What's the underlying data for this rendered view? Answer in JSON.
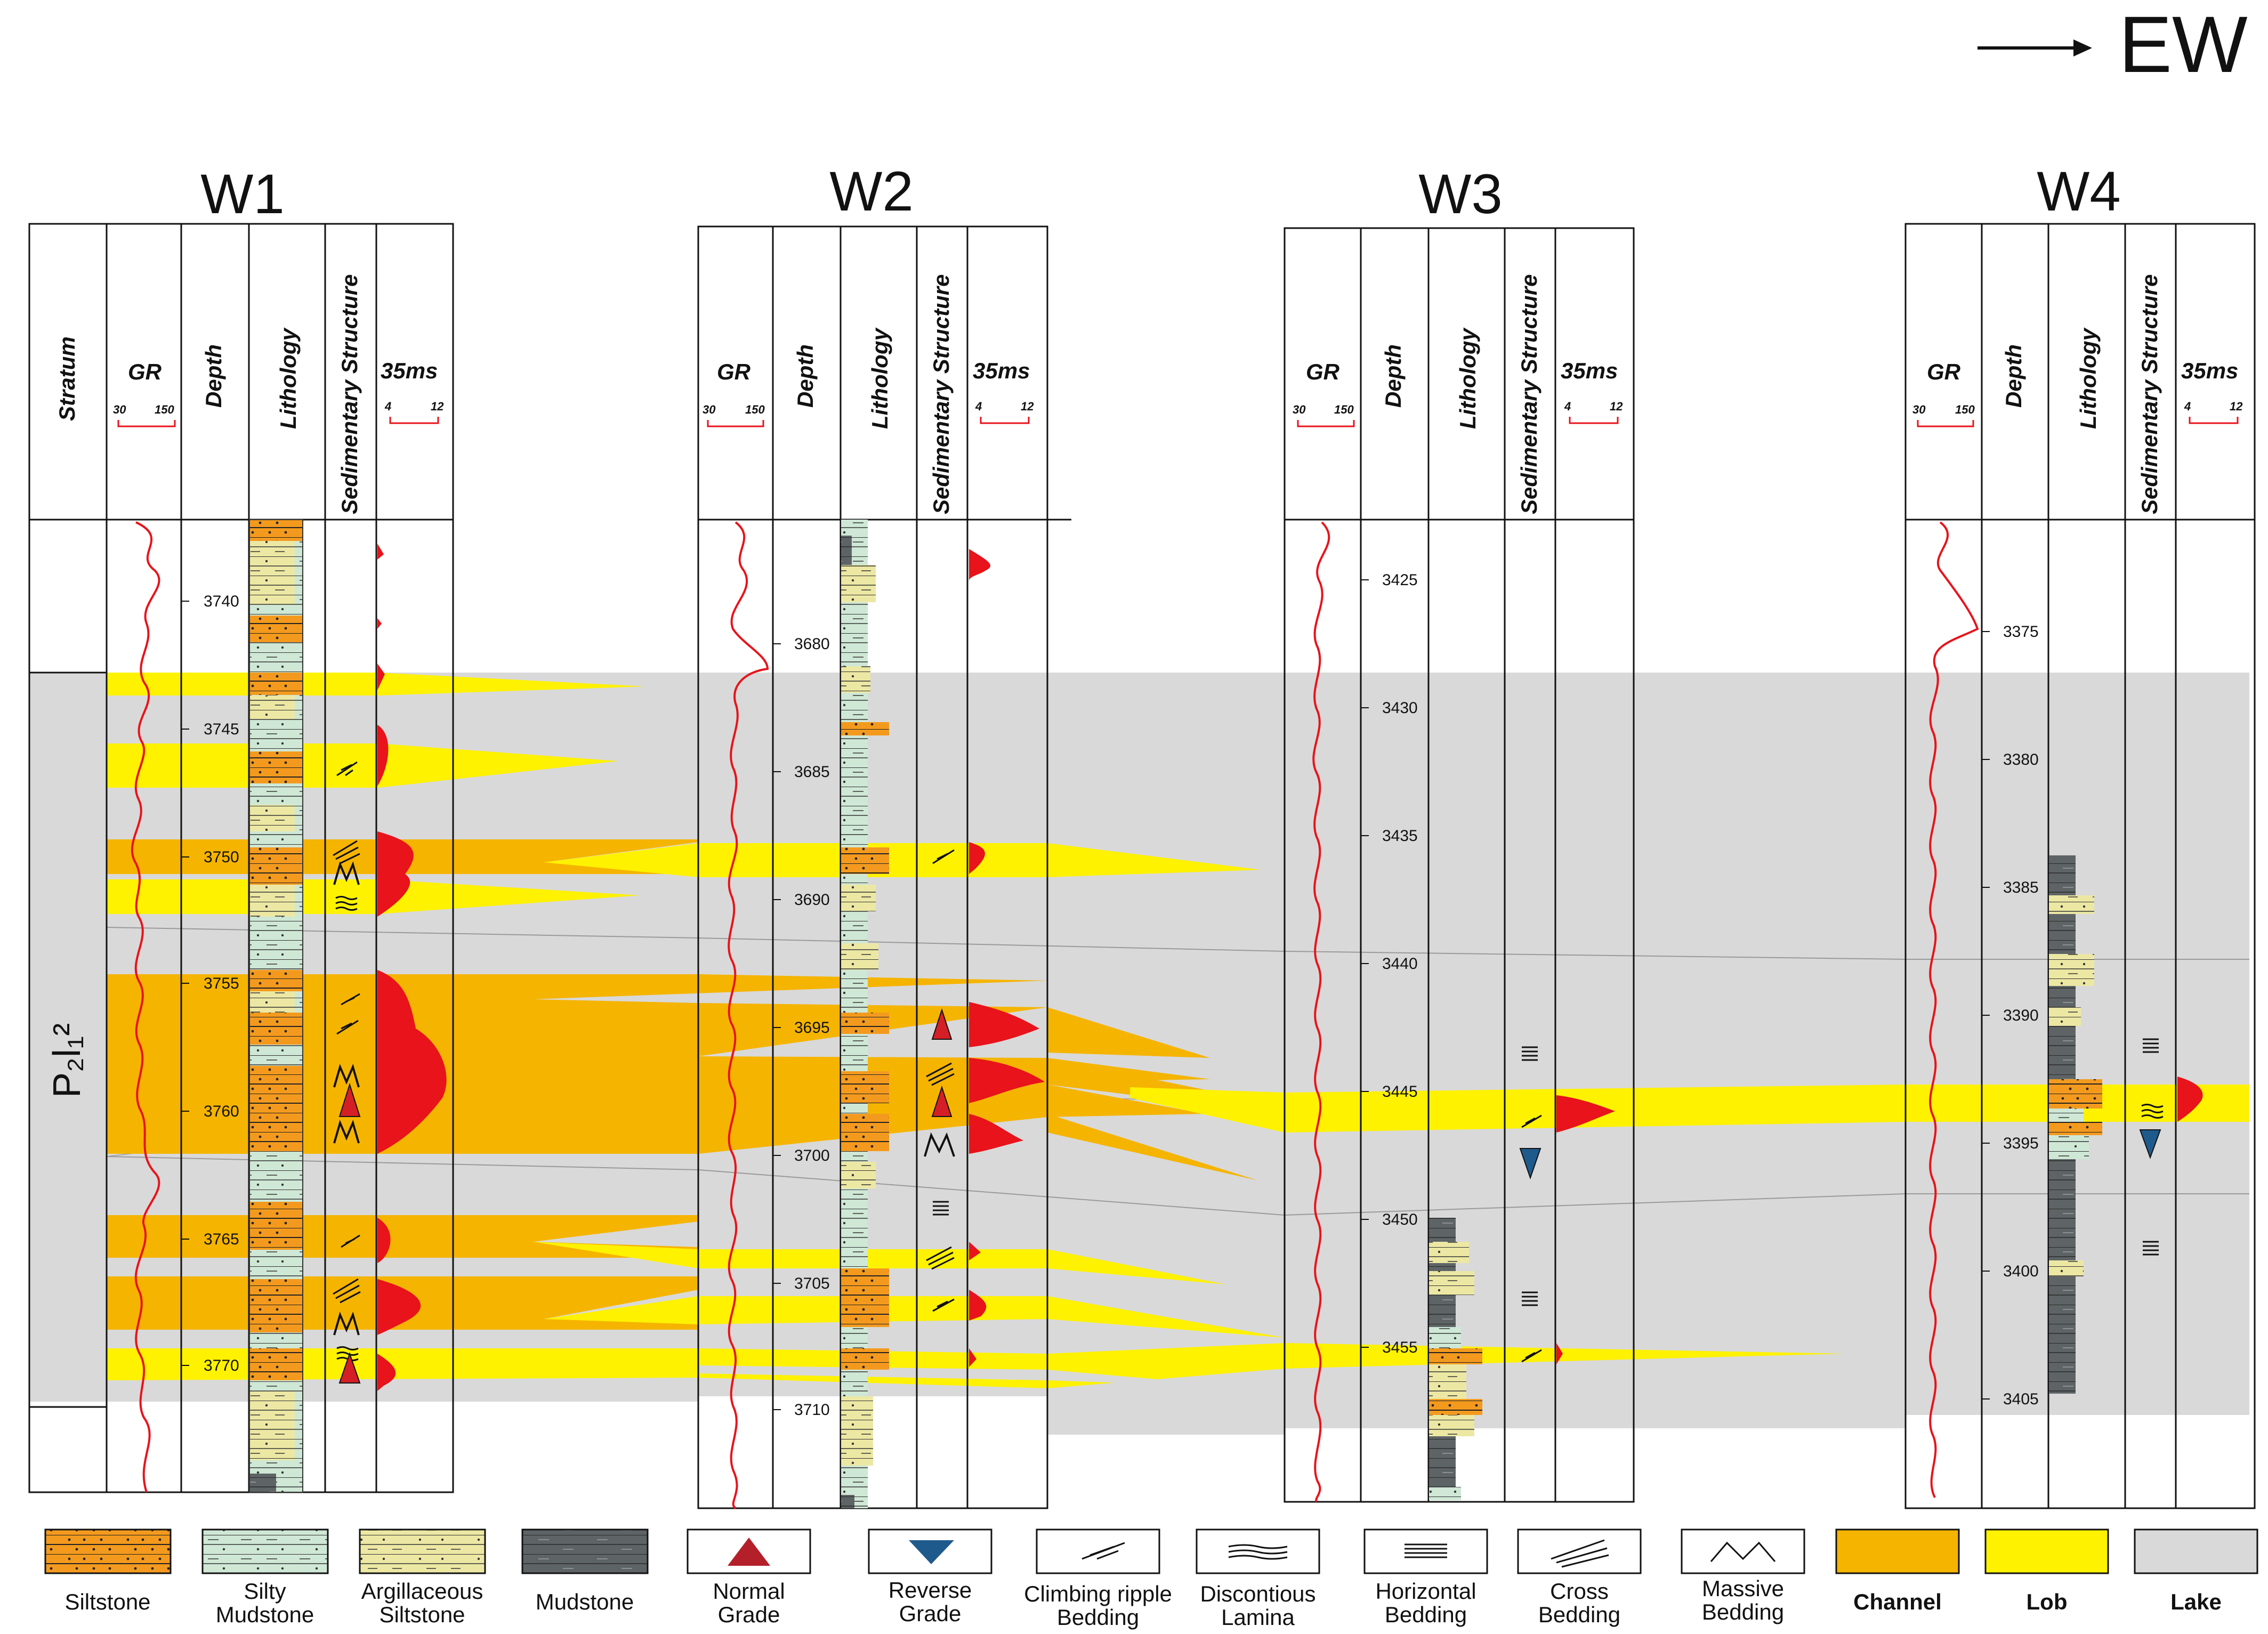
{
  "direction_label": "EW",
  "header": {
    "stratum": "Stratum",
    "gr": "GR",
    "gr_min": "30",
    "gr_max": "150",
    "depth": "Depth",
    "lithology": "Lithology",
    "sed_structure": "Sedimentary Structure",
    "ms": "35ms",
    "ms_min": "4",
    "ms_max": "12"
  },
  "stratum_label": "P₂l₁²",
  "wells": [
    {
      "name": "W1",
      "depths": [
        "3740",
        "3745",
        "3750",
        "3755",
        "3760",
        "3765",
        "3770"
      ]
    },
    {
      "name": "W2",
      "depths": [
        "3680",
        "3685",
        "3690",
        "3695",
        "3700",
        "3705",
        "3710"
      ]
    },
    {
      "name": "W3",
      "depths": [
        "3425",
        "3430",
        "3435",
        "3440",
        "3445",
        "3450",
        "3455"
      ]
    },
    {
      "name": "W4",
      "depths": [
        "3375",
        "3380",
        "3385",
        "3390",
        "3395",
        "3400",
        "3405"
      ]
    }
  ],
  "legend": [
    {
      "label": "Siltstone",
      "icon": "siltstone-swatch"
    },
    {
      "label": "Silty Mudstone",
      "icon": "silty-mudstone-swatch"
    },
    {
      "label": "Argillaceous Siltstone",
      "icon": "argillaceous-siltstone-swatch"
    },
    {
      "label": "Mudstone",
      "icon": "mudstone-swatch"
    },
    {
      "label": "Normal Grade",
      "icon": "normal-grade-icon"
    },
    {
      "label": "Reverse Grade",
      "icon": "reverse-grade-icon"
    },
    {
      "label": "Climbing ripple Bedding",
      "icon": "climbing-ripple-icon"
    },
    {
      "label": "Discontious Lamina",
      "icon": "discontinuous-lamina-icon"
    },
    {
      "label": "Horizontal Bedding",
      "icon": "horizontal-bedding-icon"
    },
    {
      "label": "Cross Bedding",
      "icon": "cross-bedding-icon"
    },
    {
      "label": "Massive Bedding",
      "icon": "massive-bedding-icon"
    },
    {
      "label": "Channel",
      "icon": "channel-swatch"
    },
    {
      "label": "Lob",
      "icon": "lob-swatch"
    },
    {
      "label": "Lake",
      "icon": "lake-swatch"
    }
  ],
  "colors": {
    "channel": "#f5b400",
    "lob": "#fff200",
    "lake": "#d9d9d9",
    "siltstone": "#f39a1e",
    "silty_mudstone": "#cfe8d6",
    "argillaceous_siltstone": "#ece8a4",
    "mudstone": "#5e6466",
    "curve": "#e8131b",
    "reverse_grade": "#1f5a8c"
  }
}
